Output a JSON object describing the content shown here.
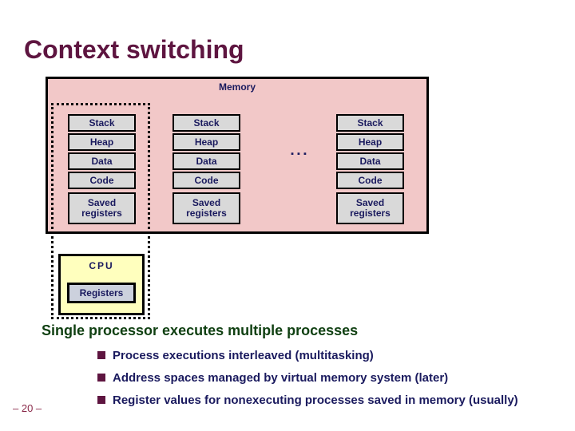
{
  "slide": {
    "title": "Context switching",
    "page_number": "– 20 –"
  },
  "memory": {
    "label": "Memory",
    "ellipsis": "▪▪▪",
    "columns": [
      {
        "segments": [
          "Stack",
          "Heap",
          "Data",
          "Code"
        ],
        "saved": "Saved registers"
      },
      {
        "segments": [
          "Stack",
          "Heap",
          "Data",
          "Code"
        ],
        "saved": "Saved registers"
      },
      {
        "segments": [
          "Stack",
          "Heap",
          "Data",
          "Code"
        ],
        "saved": "Saved registers"
      }
    ]
  },
  "cpu": {
    "label": "CPU",
    "registers": "Registers"
  },
  "content": {
    "heading": "Single processor executes multiple processes",
    "bullets": [
      "Process executions interleaved (multitasking)",
      "Address spaces managed by virtual memory system (later)",
      "Register values for nonexecuting processes saved in memory (usually)"
    ]
  },
  "colors": {
    "title": "#5e1540",
    "heading_green": "#104012",
    "text_navy": "#1a1a5e",
    "memory_fill": "#f2c8c8",
    "segment_fill": "#d9d9d9",
    "cpu_fill": "#ffffbe",
    "registers_fill": "#ccd1dd",
    "bullet_marker": "#5e1540",
    "page_number": "#8a2a4a"
  }
}
